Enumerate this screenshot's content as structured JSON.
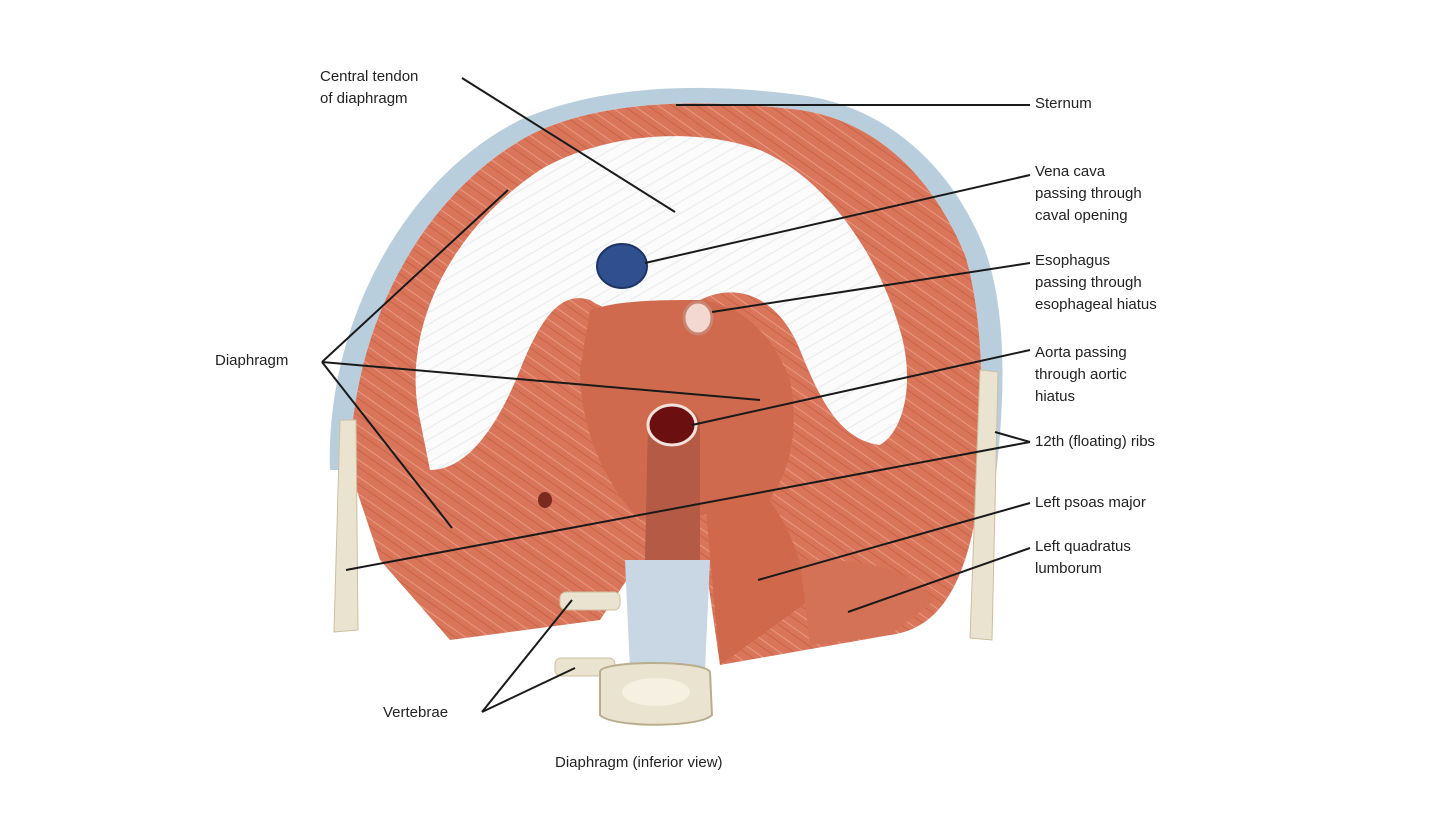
{
  "figure": {
    "caption": "Diaphragm (inferior view)",
    "colors": {
      "muscle": "#d9755a",
      "muscle_dark": "#c45f45",
      "tendon": "#ffffff",
      "pleura_border": "#b9cedd",
      "bone": "#eae3cf",
      "vena_cava": "#2f4f8f",
      "aorta": "#6b0f10",
      "leader_line": "#1a1a1a"
    }
  },
  "labels": {
    "central_tendon": [
      "Central tendon",
      "of diaphragm"
    ],
    "sternum": [
      "Sternum"
    ],
    "vena_cava": [
      "Vena cava",
      "passing through",
      "caval opening"
    ],
    "esophagus": [
      "Esophagus",
      "passing through",
      "esophageal hiatus"
    ],
    "diaphragm": [
      "Diaphragm"
    ],
    "aorta": [
      "Aorta passing",
      "through aortic",
      "hiatus"
    ],
    "floating_ribs": [
      "12th (floating) ribs"
    ],
    "psoas": [
      "Left psoas major"
    ],
    "quadratus": [
      "Left quadratus",
      "lumborum"
    ],
    "vertebrae": [
      "Vertebrae"
    ]
  }
}
